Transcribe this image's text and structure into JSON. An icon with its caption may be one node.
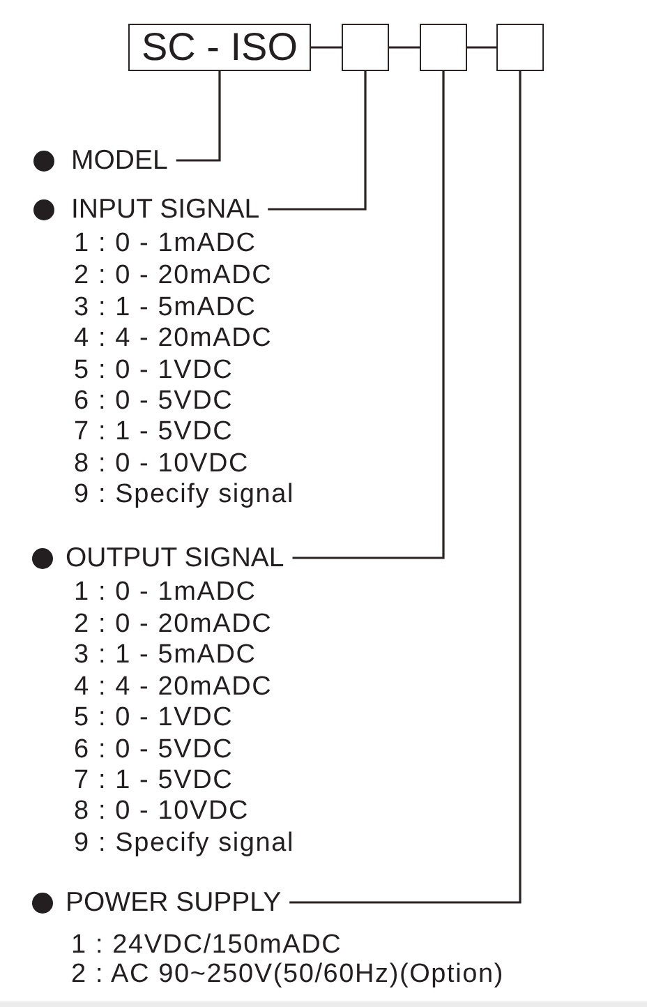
{
  "diagram": {
    "nodes": [
      {
        "text": [
          "SC - ISO"
        ]
      },
      {
        "text": [],
        "shape": "box"
      },
      {
        "text": [],
        "shape": "box"
      },
      {
        "text": [],
        "shape": "box"
      },
      {
        "text": [
          "MODEL"
        ]
      },
      {
        "text": [
          "INPUT SIGNAL"
        ]
      },
      {
        "text": [
          "OUTPUT SIGNAL"
        ]
      },
      {
        "text": [
          "POWER SUPPLY"
        ]
      }
    ],
    "edges": [
      {
        "from": 0,
        "to": 1,
        "arrow": "none"
      },
      {
        "from": 1,
        "to": 2,
        "arrow": "none"
      },
      {
        "from": 2,
        "to": 3,
        "arrow": "none"
      },
      {
        "from": 0,
        "to": 4,
        "arrow": "none"
      },
      {
        "from": 1,
        "to": 5,
        "arrow": "none"
      },
      {
        "from": 2,
        "to": 6,
        "arrow": "none"
      },
      {
        "from": 3,
        "to": 7,
        "arrow": "none"
      }
    ],
    "labels": [
      "1 : 0 - 1mADC",
      "2 : 0 - 20mADC",
      "3 : 1 - 5mADC",
      "4 : 4 - 20mADC",
      "5 : 0 - 1VDC",
      "6 : 0 - 5VDC",
      "7 : 1 - 5VDC",
      "8 : 0 - 10VDC",
      "9 : Specify signal",
      "1 : 0 - 1mADC",
      "2 : 0 - 20mADC",
      "3 : 1 - 5mADC",
      "4 : 4 - 20mADC",
      "5 : 0 - 1VDC",
      "6 : 0 - 5VDC",
      "7 : 1 - 5VDC",
      "8 : 0 - 10VDC",
      "9 : Specify signal",
      "1 : 24VDC/150mADC",
      "2 : AC 90~250V(50/60Hz)(Option)"
    ]
  }
}
